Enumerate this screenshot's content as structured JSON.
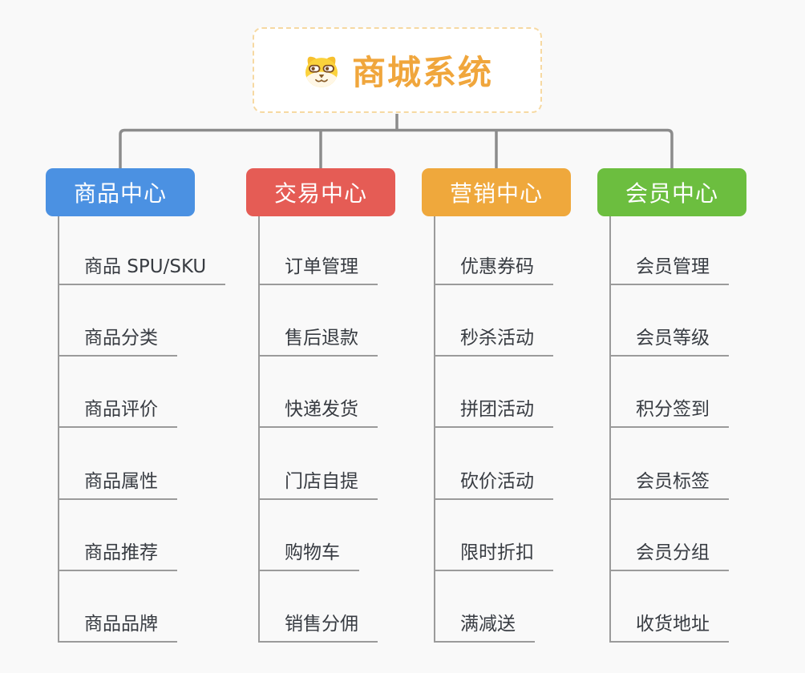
{
  "root": {
    "title": "商城系统",
    "icon": "dog-face-icon"
  },
  "branches": [
    {
      "label": "商品中心",
      "color": "#4B91E2",
      "children": [
        "商品 SPU/SKU",
        "商品分类",
        "商品评价",
        "商品属性",
        "商品推荐",
        "商品品牌"
      ]
    },
    {
      "label": "交易中心",
      "color": "#E55C55",
      "children": [
        "订单管理",
        "售后退款",
        "快递发货",
        "门店自提",
        "购物车",
        "销售分佣"
      ]
    },
    {
      "label": "营销中心",
      "color": "#EFA83C",
      "children": [
        "优惠券码",
        "秒杀活动",
        "拼团活动",
        "砍价活动",
        "限时折扣",
        "满减送"
      ]
    },
    {
      "label": "会员中心",
      "color": "#6CBE3F",
      "children": [
        "会员管理",
        "会员等级",
        "积分签到",
        "会员标签",
        "会员分组",
        "收货地址"
      ]
    }
  ],
  "colors": {
    "background": "#F9F9F9",
    "connector": "#8C8C8C",
    "leaf_line": "#9B9B9B",
    "leaf_text": "#383C42",
    "root_text": "#F0A63C",
    "root_border": "#F6D9A2",
    "logo_yellow": "#FBD23C",
    "logo_muzzle": "#FFF7E6",
    "logo_brown": "#7C4B21"
  }
}
